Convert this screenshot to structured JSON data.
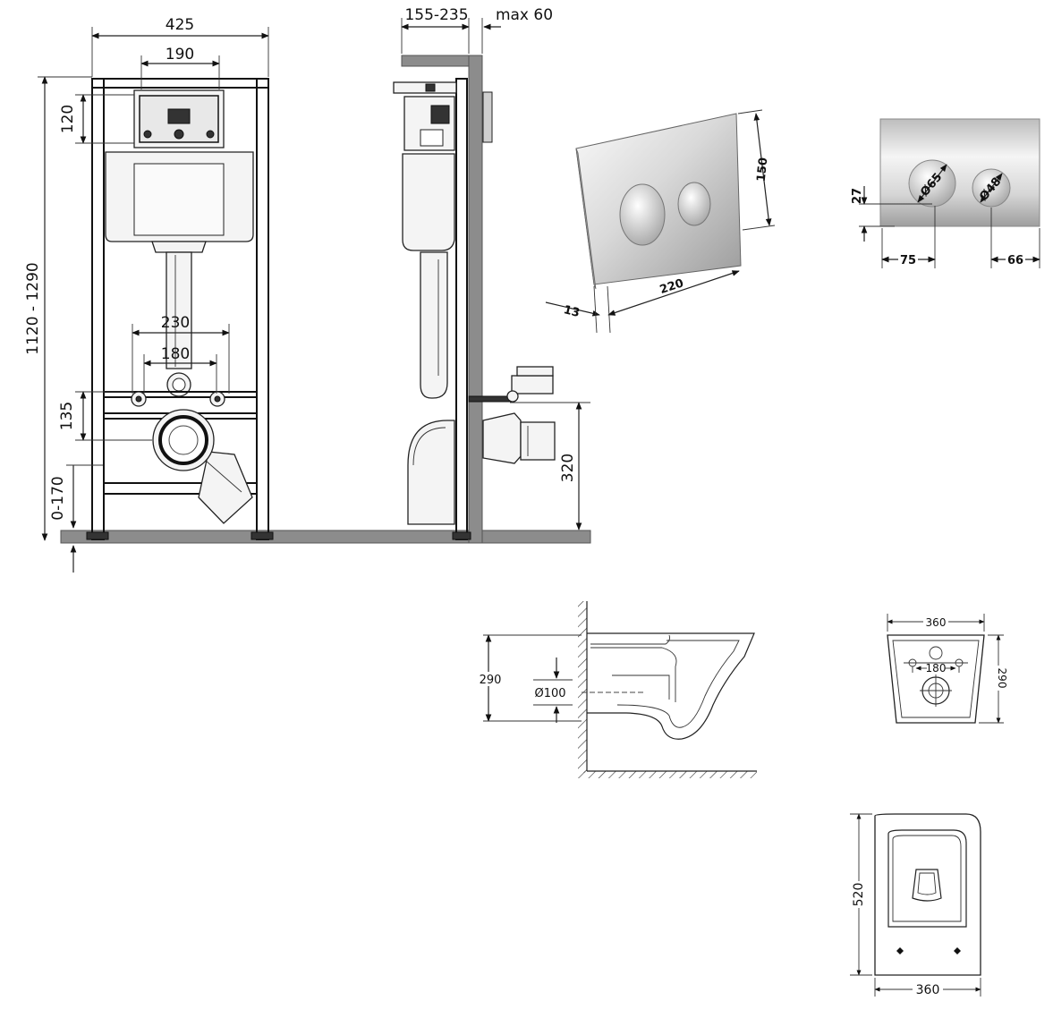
{
  "frame_front": {
    "width": "425",
    "top_width": "190",
    "box_height": "120",
    "total_height": "1120 - 1290",
    "outer_spacing": "230",
    "inner_spacing": "180",
    "outlet_height": "135",
    "leg_adjust": "0-170"
  },
  "frame_side": {
    "depth": "155-235",
    "wall_max": "max 60",
    "outlet_floor": "320"
  },
  "flush_plate": {
    "height": "150",
    "width": "220",
    "thickness": "13",
    "offset": "27",
    "big_button": "Ø65",
    "small_button": "Ø48",
    "left_offset": "75",
    "right_offset": "66"
  },
  "bowl_side": {
    "height": "290",
    "pipe": "Ø100"
  },
  "bowl_rear": {
    "width": "360",
    "height": "290",
    "spacing": "180"
  },
  "bowl_top": {
    "depth": "520",
    "width": "360"
  },
  "colors": {
    "wall_fill": "#8c8c8c",
    "plate_light": "#f2f2f2",
    "plate_dark": "#a8a8a8"
  }
}
